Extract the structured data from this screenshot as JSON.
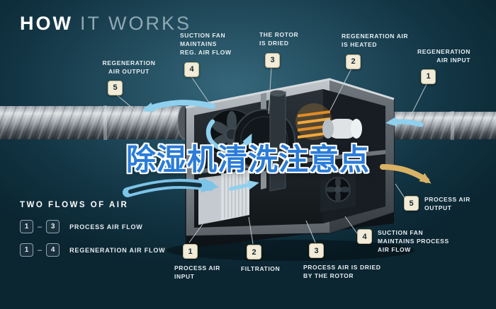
{
  "title": {
    "bold": "HOW",
    "light": "IT WORKS"
  },
  "watermark": {
    "text": "除湿机清洗注意点"
  },
  "callouts": [
    {
      "num": "4",
      "label": "SUCTION FAN\nMAINTAINS\nREG. AIR FLOW"
    },
    {
      "num": "3",
      "label": "THE ROTOR\nIS DRIED"
    },
    {
      "num": "2",
      "label": "REGENERATION AIR\nIS HEATED"
    },
    {
      "num": "1",
      "label": "REGENERATION\nAIR INPUT"
    },
    {
      "num": "5",
      "label": "REGENERATION\nAIR OUTPUT"
    },
    {
      "num": "1",
      "label": "PROCESS AIR\nINPUT"
    },
    {
      "num": "2",
      "label": "FILTRATION"
    },
    {
      "num": "3",
      "label": "PROCESS AIR IS DRIED\nBY THE ROTOR"
    },
    {
      "num": "4",
      "label": "SUCTION FAN\nMAINTAINS PROCESS\nAIR FLOW"
    },
    {
      "num": "5",
      "label": "PROCESS AIR\nOUTPUT"
    }
  ],
  "legend": {
    "heading": "TWO FLOWS OF AIR",
    "dash": "–",
    "rows": [
      {
        "from": "1",
        "to": "3",
        "label": "PROCESS AIR FLOW"
      },
      {
        "from": "1",
        "to": "4",
        "label": "REGENERATION AIR FLOW"
      }
    ]
  },
  "colors": {
    "arrow_blue": "#8fd0ee",
    "arrow_gold": "#d9b266",
    "watermark_blue": "#2a7cd8",
    "chip_bg": "#f1ebd8",
    "heater_orange": "#f2a83c",
    "background": "#123544"
  }
}
